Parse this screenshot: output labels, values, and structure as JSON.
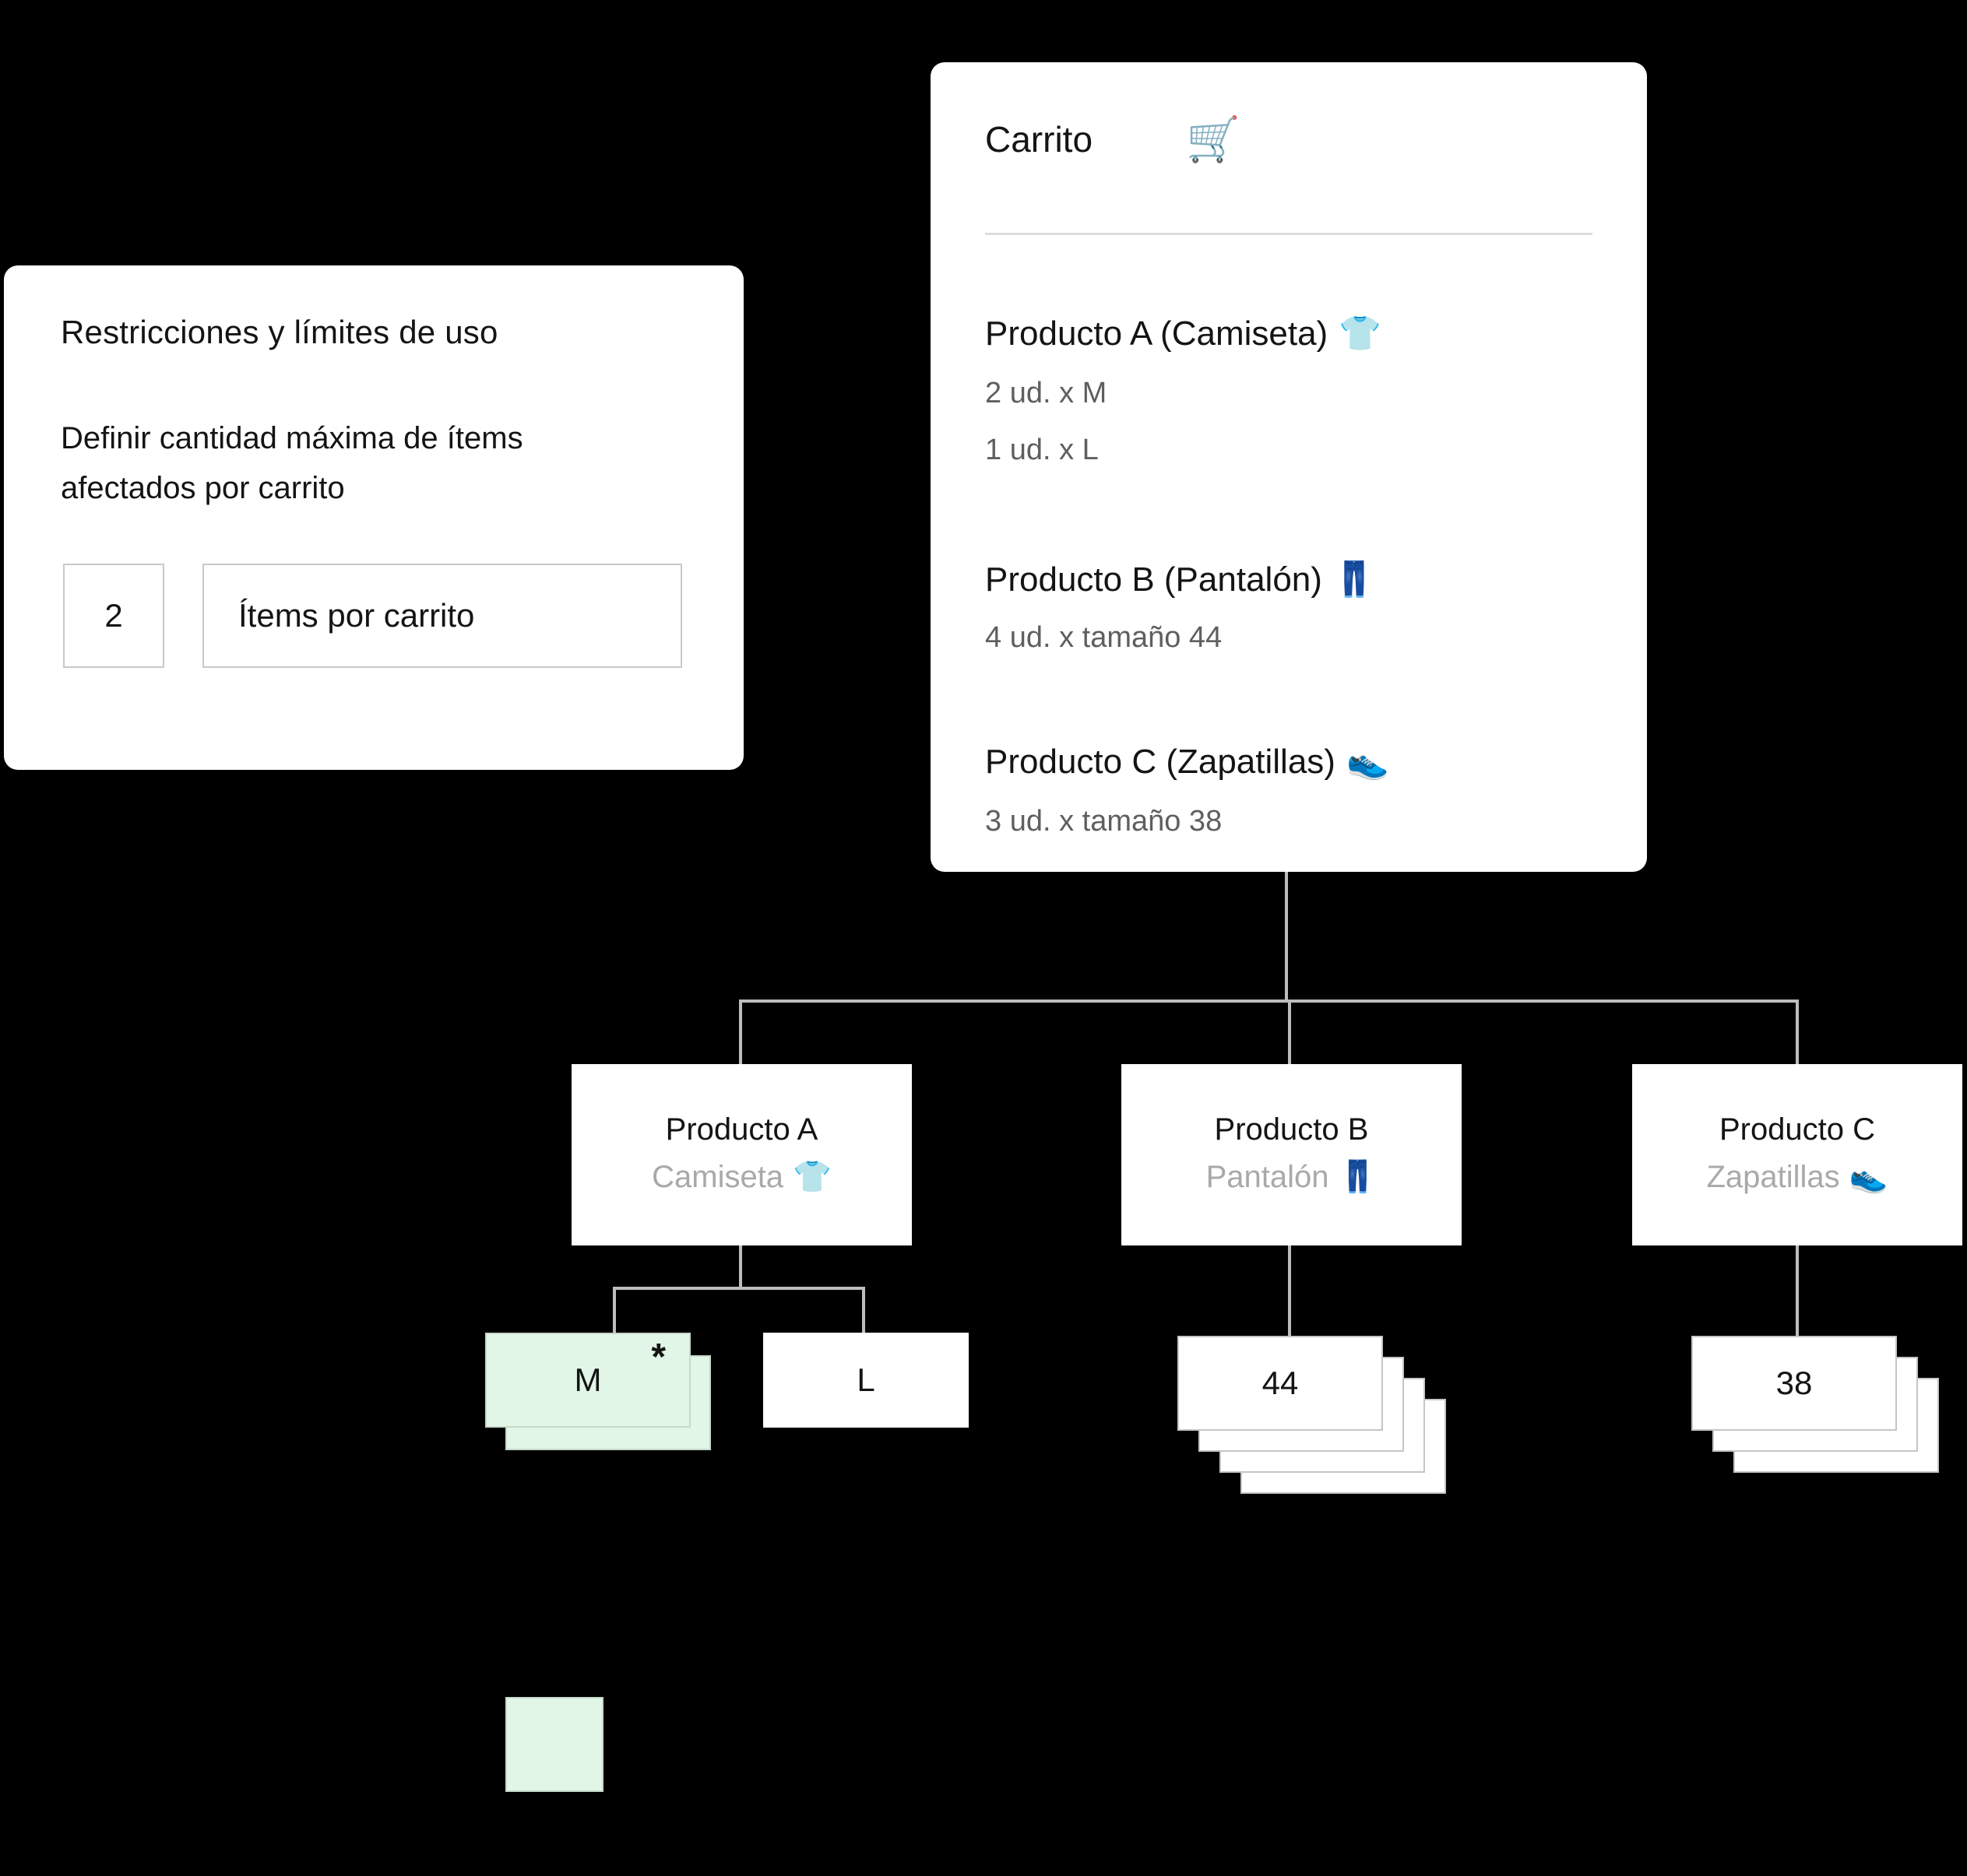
{
  "restrictions_card": {
    "title": "Restricciones y límites de uso",
    "description_line1": "Definir cantidad máxima de ítems",
    "description_line2": "afectados por carrito",
    "quantity_value": "2",
    "quantity_label": "Ítems por carrito"
  },
  "cart_card": {
    "title": "Carrito",
    "cart_icon": "🛒",
    "items": [
      {
        "name": "Producto A (Camiseta)",
        "icon": "👕",
        "lines": [
          "2 ud. x M",
          "1 ud. x L"
        ]
      },
      {
        "name": "Producto B (Pantalón)",
        "icon": "👖",
        "lines": [
          "4 ud. x tamaño 44"
        ]
      },
      {
        "name": "Producto C (Zapatillas)",
        "icon": "👟",
        "lines": [
          "3 ud. x  tamaño 38"
        ]
      }
    ]
  },
  "tree": {
    "products": [
      {
        "title": "Producto A",
        "subtitle": "Camiseta",
        "icon": "👕"
      },
      {
        "title": "Producto B",
        "subtitle": "Pantalón",
        "icon": "👖"
      },
      {
        "title": "Producto C",
        "subtitle": "Zapatillas",
        "icon": "👟"
      }
    ],
    "variants": {
      "m_label": "M",
      "m_asterisk": "*",
      "l_label": "L",
      "size44_label": "44",
      "size38_label": "38"
    }
  },
  "legend": {
    "highlight_meaning_color": "#e1f6e6"
  },
  "colors": {
    "background": "#000000",
    "highlight_green": "#e1f6e6",
    "connector_gray": "#bdbdbd"
  }
}
